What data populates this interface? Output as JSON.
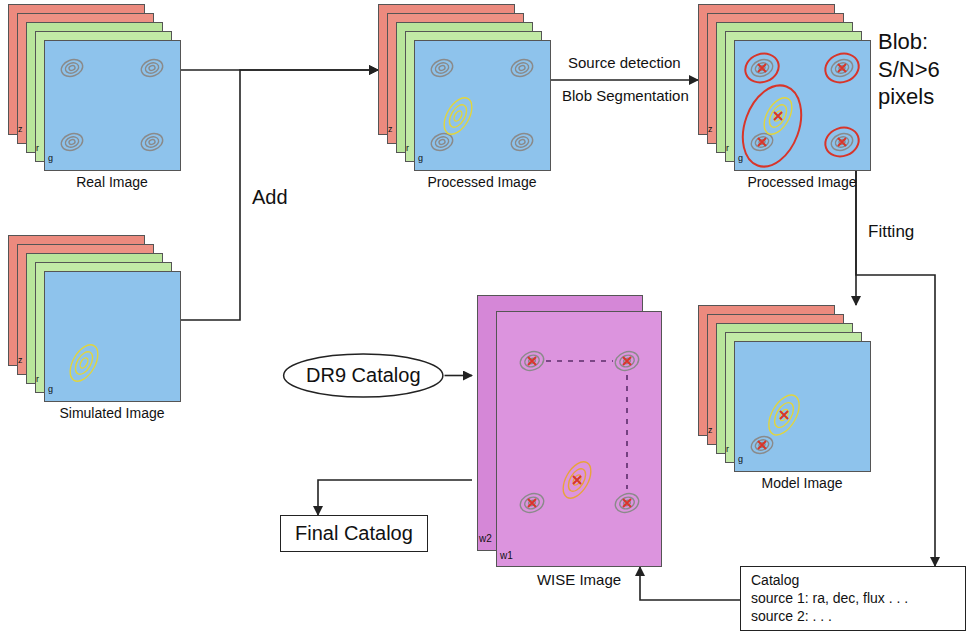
{
  "diagram": {
    "nodes": [
      {
        "text": [
          "Real Image"
        ]
      },
      {
        "text": [
          "Simulated Image"
        ]
      },
      {
        "text": [
          "Processed Image"
        ]
      },
      {
        "text": [
          "Processed Image"
        ]
      },
      {
        "text": [
          "Model Image"
        ]
      },
      {
        "text": [
          "DR9 Catalog"
        ]
      },
      {
        "text": [
          "WISE Image"
        ]
      },
      {
        "text": [
          "Catalog",
          "source 1: ra, dec, flux . . .",
          "source 2: . . ."
        ]
      },
      {
        "text": [
          "Final Catalog"
        ]
      }
    ],
    "edges": [
      {
        "from": 0,
        "to": 2,
        "arrow": "to"
      },
      {
        "from": 1,
        "to": 2,
        "arrow": "to",
        "label": "Add"
      },
      {
        "from": 2,
        "to": 3,
        "arrow": "to",
        "label": "Source detection"
      },
      {
        "from": 3,
        "to": 4,
        "arrow": "to",
        "label": "Fitting"
      },
      {
        "from": 3,
        "to": 7,
        "arrow": "to"
      },
      {
        "from": 7,
        "to": 6,
        "arrow": "to"
      },
      {
        "from": 5,
        "to": 6,
        "arrow": "to"
      },
      {
        "from": 6,
        "to": 8,
        "arrow": "to"
      }
    ],
    "labels": [
      "Blob Segmentation",
      "Blob: S/N>6 pixels",
      "z",
      "r",
      "g",
      "z",
      "r",
      "g",
      "z",
      "r",
      "g",
      "z",
      "r",
      "g",
      "z",
      "r",
      "g",
      "w2",
      "w1"
    ]
  }
}
